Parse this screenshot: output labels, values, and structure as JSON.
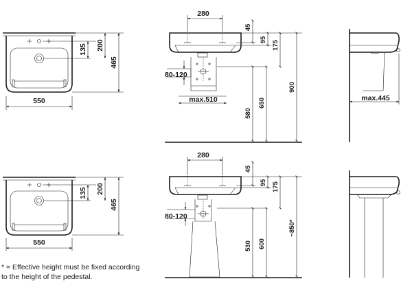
{
  "drawing_1": {
    "front": {
      "width": "550",
      "tap_hole": "135",
      "overflow": "200",
      "depth": "465"
    },
    "side": {
      "tap_spacing": "280",
      "rim_45": "45",
      "rim_95": "95",
      "height_175": "175",
      "trap_range": "80-120",
      "trap_width": "max.510",
      "waste_height": "580",
      "supply_height": "650",
      "rim_height": "900"
    },
    "profile": {
      "projection": "max.445"
    }
  },
  "drawing_2": {
    "front": {
      "width": "550",
      "tap_hole": "135",
      "overflow": "200",
      "depth": "465"
    },
    "side": {
      "tap_spacing": "280",
      "rim_45": "45",
      "rim_95": "95",
      "height_175": "175",
      "trap_range": "80-120",
      "waste_height": "530",
      "supply_height": "600",
      "rim_height": "~850*"
    }
  },
  "footnote": {
    "line1": "* = Effective height must be fixed according",
    "line2": "to the height of the pedestal."
  }
}
